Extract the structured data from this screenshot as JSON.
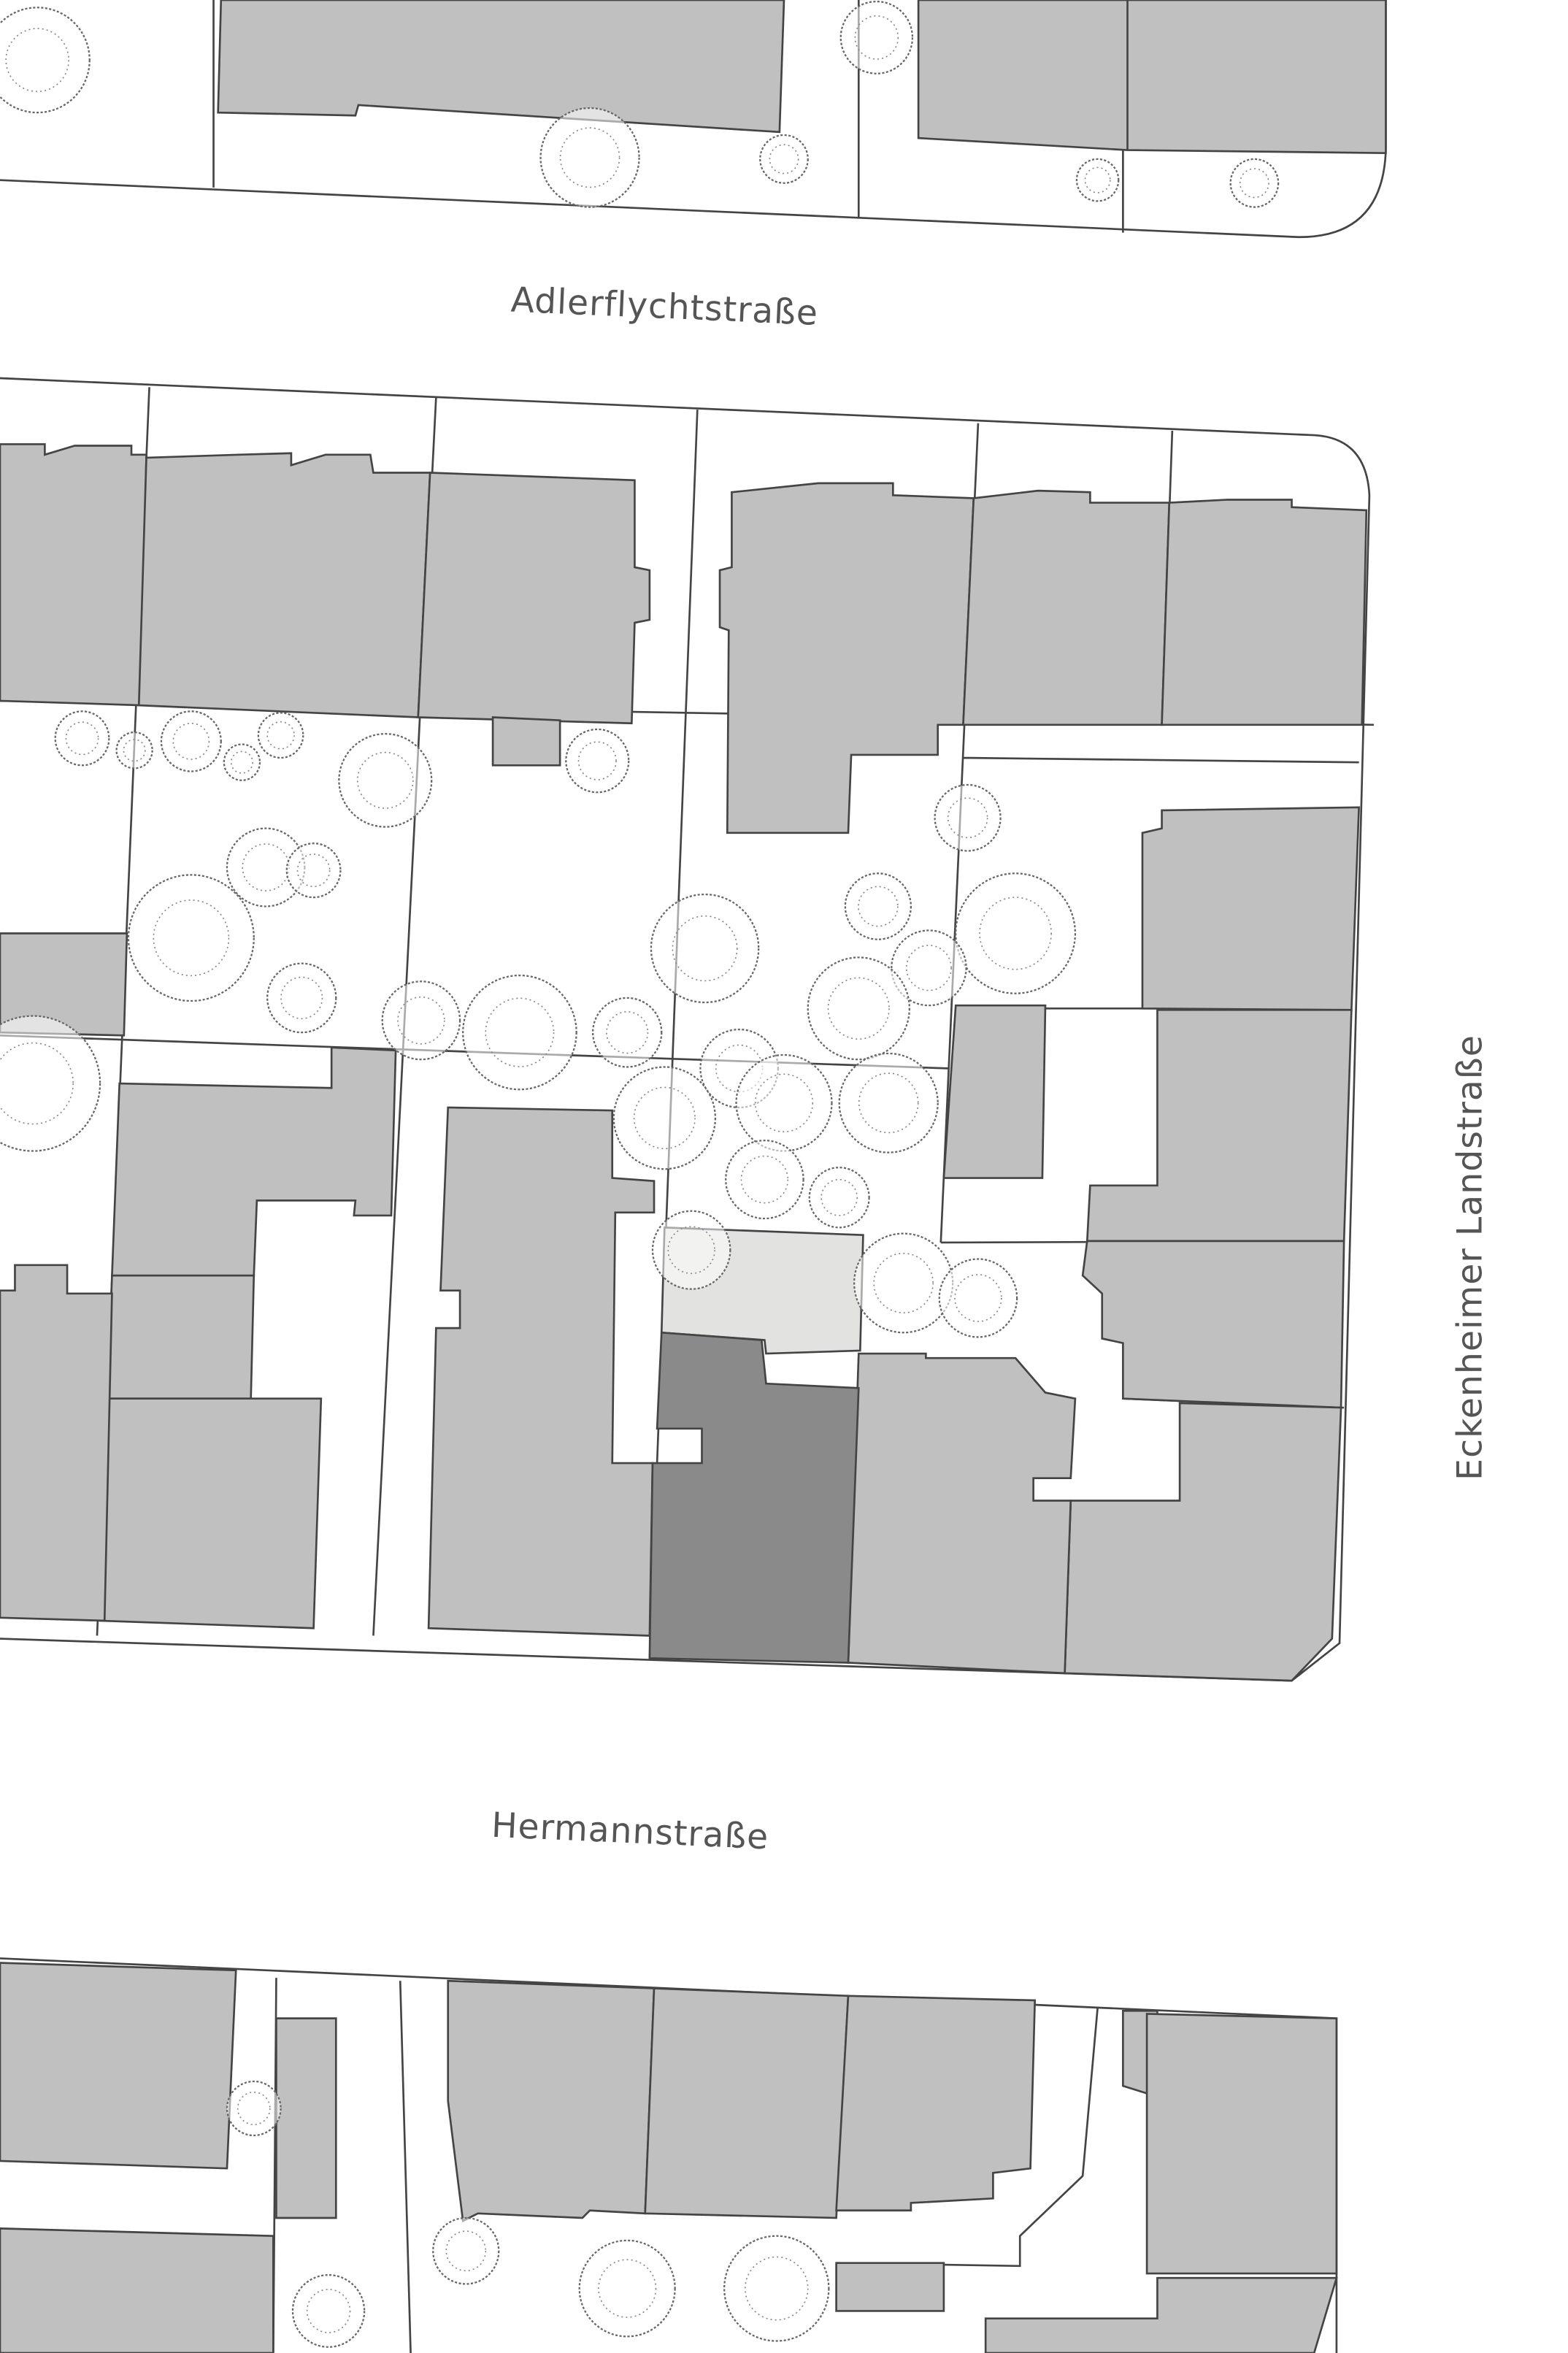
{
  "map": {
    "streets": {
      "north": "Adlerflychtstraße",
      "south": "Hermannstraße",
      "east": "Eckenheimer Landstraße"
    },
    "colors": {
      "building": "#c0c0c0",
      "highlighted_building": "#8a8a8a",
      "highlighted_yard": "#e2e2e0",
      "lines": "#444444",
      "background": "#ffffff"
    }
  }
}
